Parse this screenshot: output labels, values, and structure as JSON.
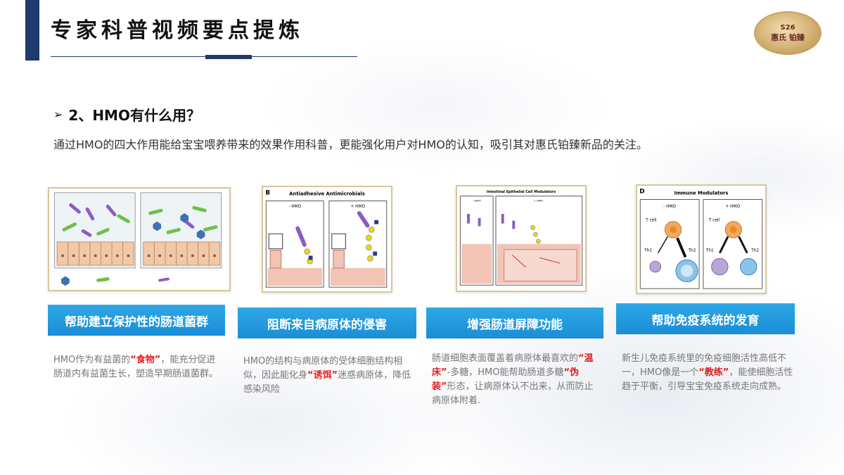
{
  "header": {
    "title": "专家科普视频要点提炼",
    "brand_top": "S26",
    "brand_name": "惠氏 铂臻"
  },
  "section": {
    "arrow_icon": "triangle-right-icon",
    "heading": "2、HMO有什么用？",
    "intro": "通过HMO的四大作用能给宝宝喂养带来的效果作用科普，更能强化用户对HMO的认知，吸引其对惠氏铂臻新品的关注。"
  },
  "figures": {
    "b": {
      "letter": "B",
      "title": "Antiadhesive Antimicrobials",
      "left": "- HMO",
      "right": "+ HMO"
    },
    "c": {
      "title": "Intestinal Epithelial Cell Modulators",
      "left": "- HMO",
      "right": "+ HMO"
    },
    "d": {
      "letter": "D",
      "title": "Immune Modulators",
      "left": "- HMO",
      "right": "+ HMO",
      "tcell": "T cell",
      "th1": "Th1",
      "th2": "Th2"
    }
  },
  "cards": [
    {
      "title": "帮助建立保护性的肠道菌群",
      "pre": "HMO作为有益菌的",
      "hl": "“食物”",
      "post": "，能充分促进肠道内有益菌生长，塑造早期肠道菌群。"
    },
    {
      "title": "阻断来自病原体的侵害",
      "pre": "HMO的结构与病原体的受体细胞结构相似，因此能化身",
      "hl": "“诱饵”",
      "post": "迷惑病原体，降低感染风险"
    },
    {
      "title": "增强肠道屏障功能",
      "pre": "肠道细胞表面覆盖着病原体最喜欢的",
      "hl": "“温床”",
      "mid": "-多糖，HMO能帮助肠道多糖",
      "hl2": "“伪装”",
      "post": "形态，让病原体认不出来，从而防止病原体附着."
    },
    {
      "title": "帮助免疫系统的发育",
      "pre": "新生儿免疫系统里的免疫细胞活性高低不一，HMO像是一个",
      "hl": "“教练”",
      "post": "，能使细胞活性趋于平衡，引导宝宝免疫系统走向成熟。"
    }
  ],
  "colors": {
    "navy": "#1f3a6e",
    "card_blue": "#1a8ed6",
    "highlight_red": "#e02020"
  }
}
